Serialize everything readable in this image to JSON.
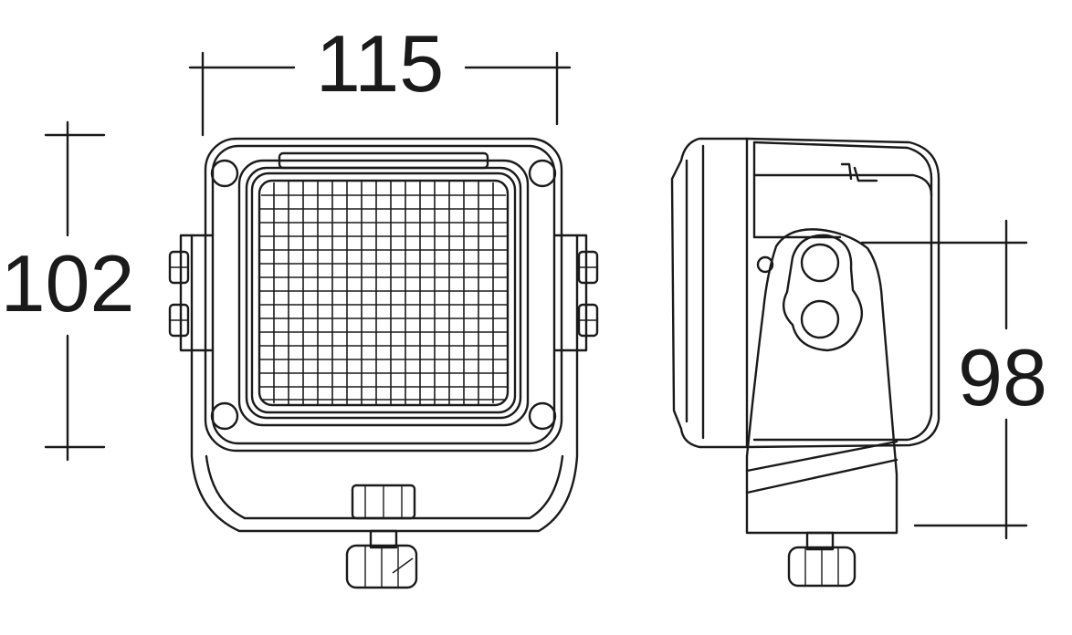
{
  "dimensions": {
    "width_label": "115",
    "height_label": "102",
    "side_height_label": "98"
  },
  "grid": {
    "columns": 17,
    "rows": 16
  }
}
